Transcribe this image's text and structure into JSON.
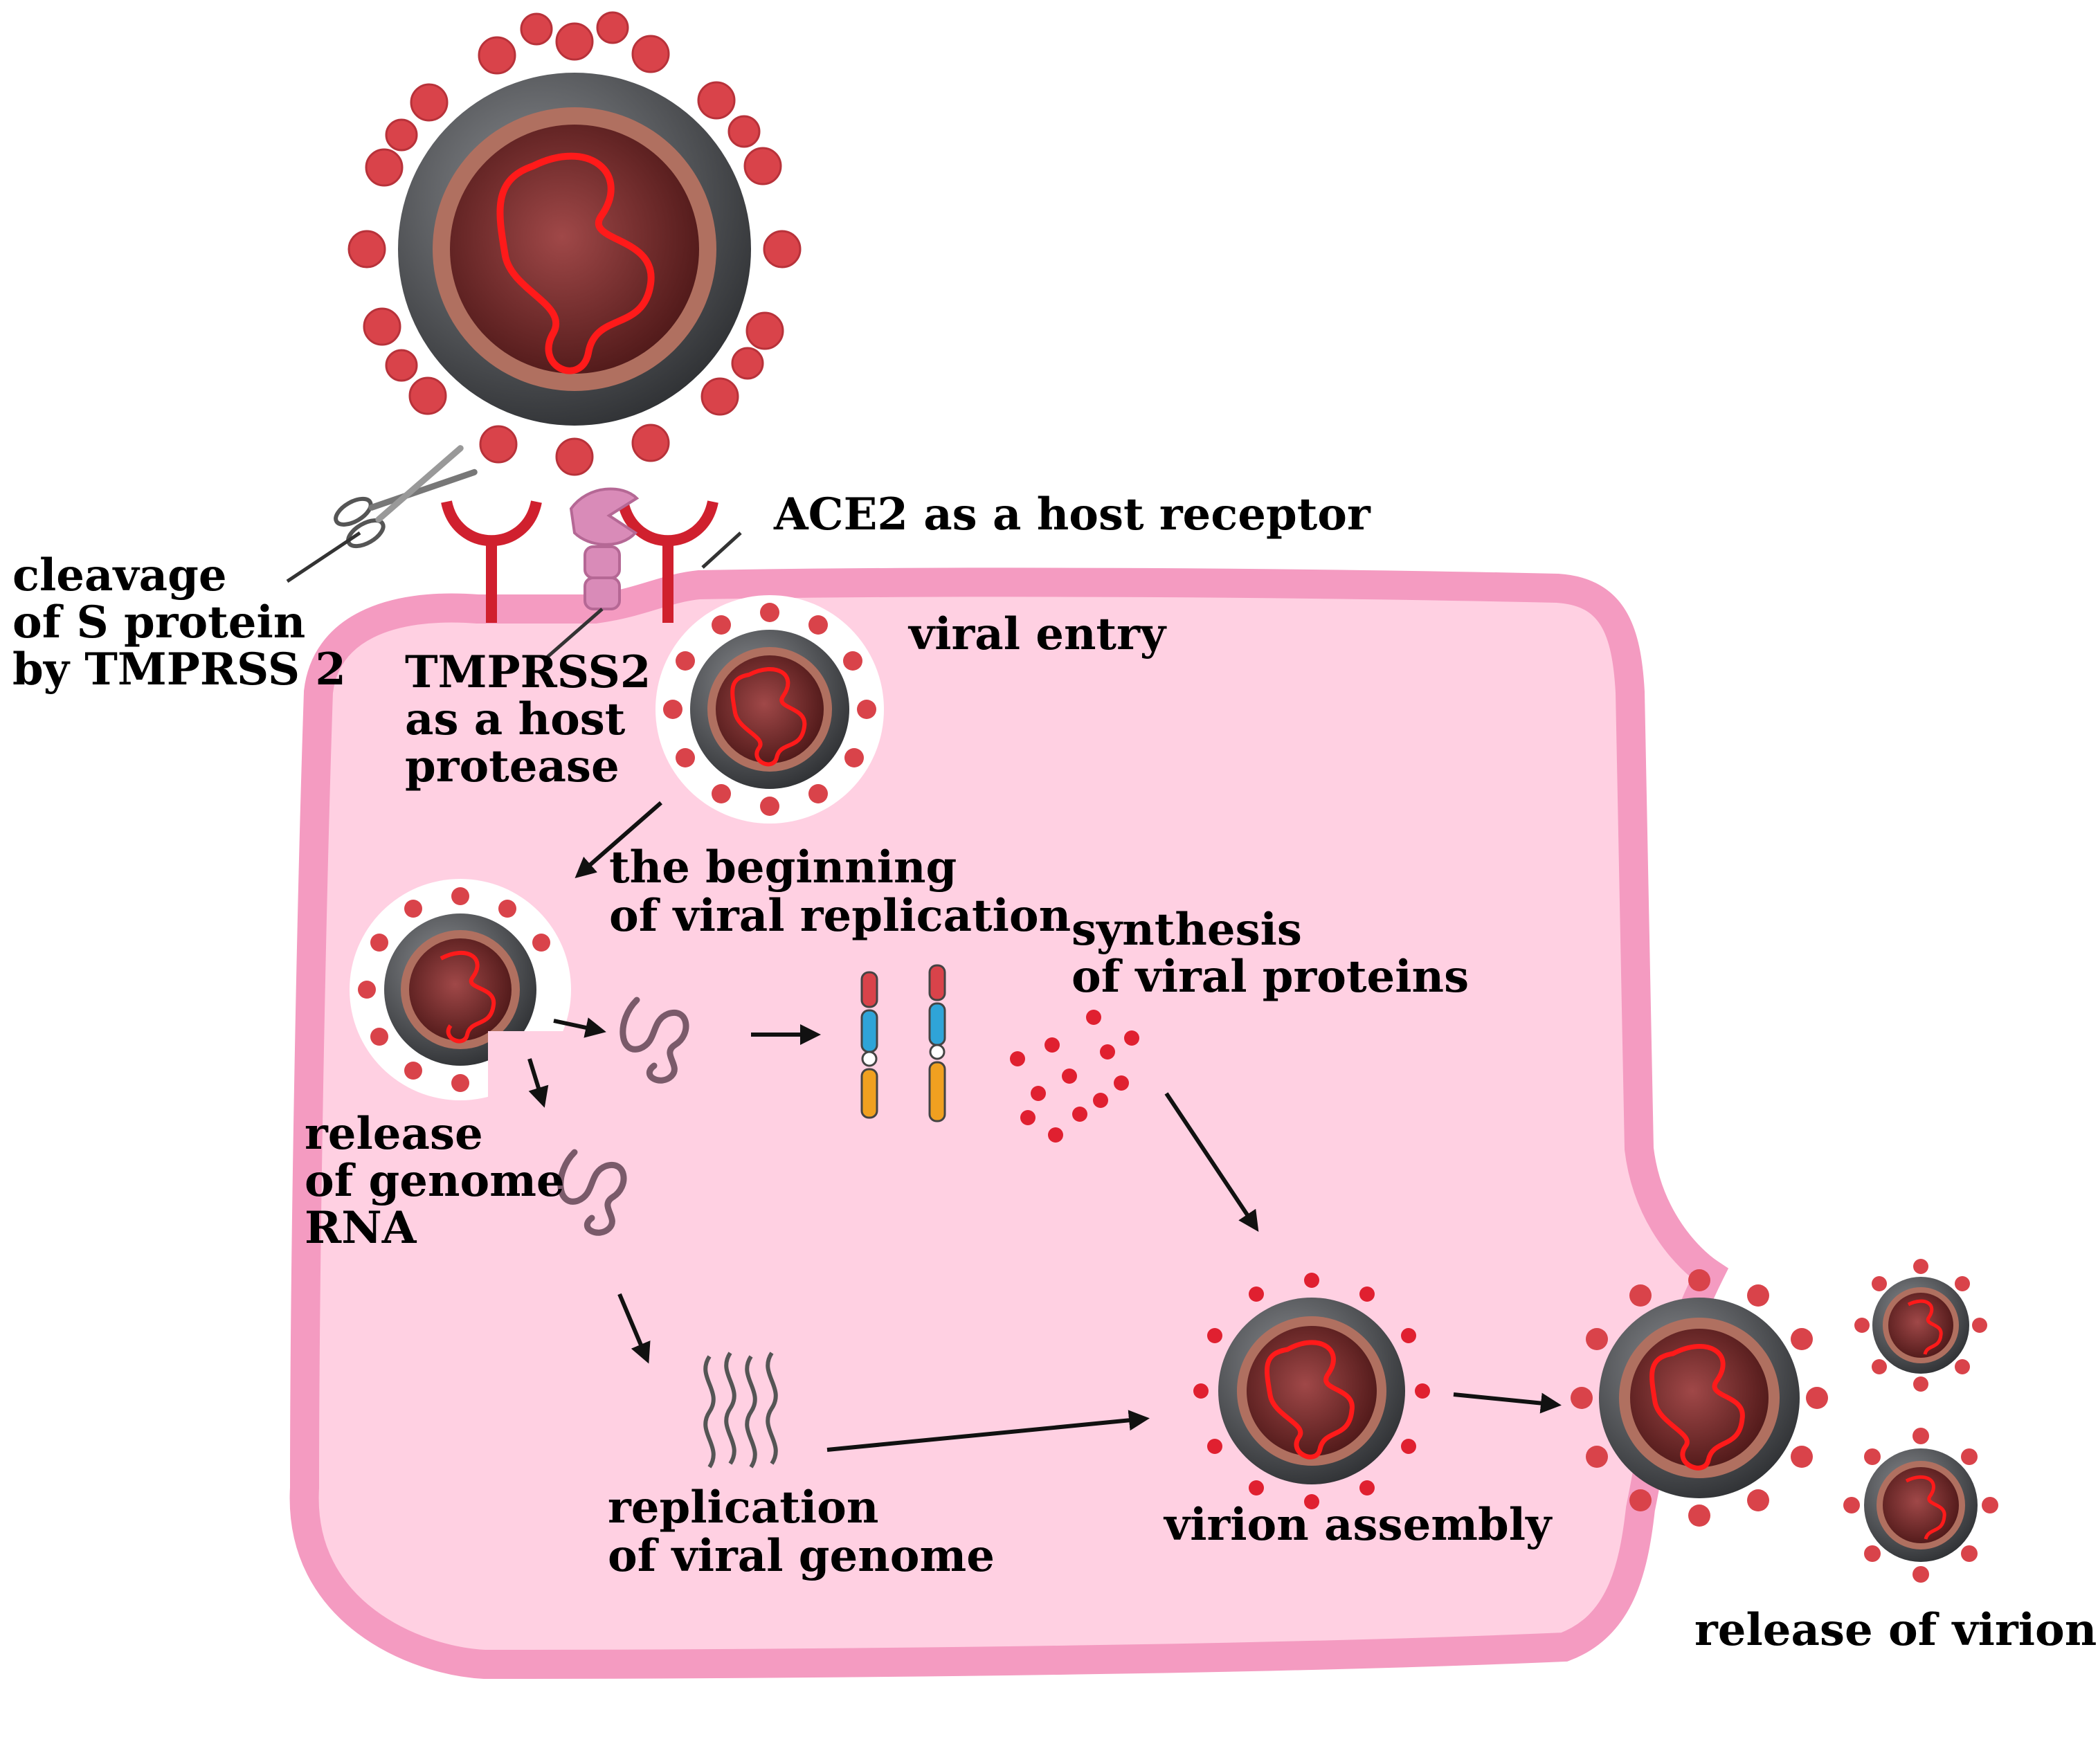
{
  "labels": {
    "cleavage_line1": "cleavage",
    "cleavage_line2": "of S protein",
    "cleavage_line3": "by TMPRSS 2",
    "ace2_receptor": "ACE2 as a host receptor",
    "tmprss2_line1": "TMPRSS2",
    "tmprss2_line2": "as a host",
    "tmprss2_line3": "protease",
    "viral_entry": "viral entry",
    "beginning_line1": "the beginning",
    "beginning_line2": "of viral replication",
    "synthesis_line1": "synthesis",
    "synthesis_line2": "of viral proteins",
    "release_genome_line1": "release",
    "release_genome_line2": "of genome",
    "release_genome_line3": "RNA",
    "replication_line1": "replication",
    "replication_line2": "of viral genome",
    "virion_assembly": "virion assembly",
    "release_virions": "release of virions"
  },
  "colors": {
    "cell_fill": "#ffd0e2",
    "cell_border": "#f49bc1",
    "spike": "#d9434a",
    "envelope": "#55575b",
    "core": "#7a3030",
    "rna": "#ff1a1a",
    "receptor": "#d0202e",
    "protease": "#d98bb8",
    "arrow": "#111111"
  },
  "icons": {
    "scissors": "scissors-icon",
    "ace2": "ace2-receptor-icon",
    "tmprss2": "tmprss2-protease-icon",
    "virion": "virion-icon",
    "rna": "rna-strand-icon",
    "protein": "viral-protein-icon"
  }
}
